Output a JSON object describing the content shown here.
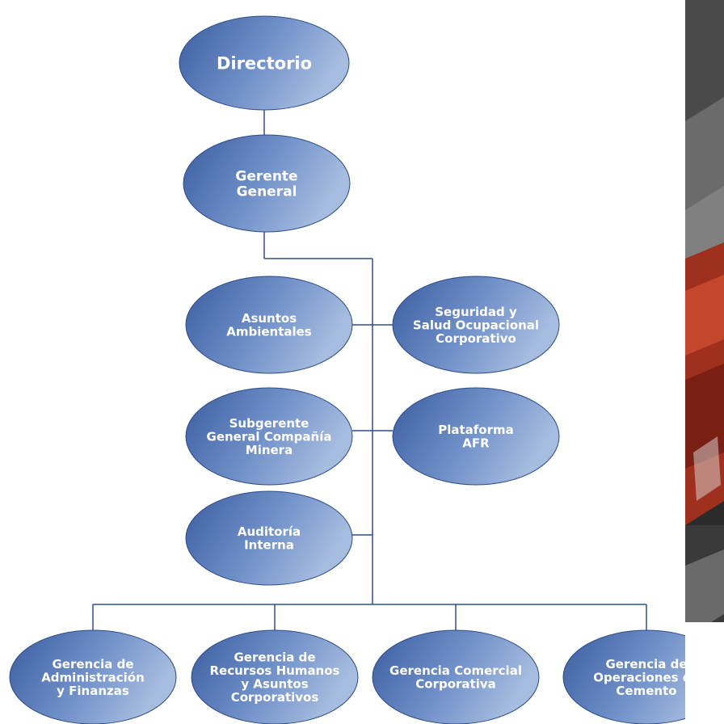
{
  "nodes": [
    {
      "id": "directorio",
      "lines": [
        "Directorio"
      ]
    },
    {
      "id": "gerente-general",
      "lines": [
        "Gerente",
        "General"
      ]
    },
    {
      "id": "asuntos-ambientales",
      "lines": [
        "Asuntos",
        "Ambientales"
      ]
    },
    {
      "id": "seguridad-salud",
      "lines": [
        "Seguridad y",
        "Salud Ocupacional",
        "Corporativo"
      ]
    },
    {
      "id": "subgerente-compania-minera",
      "lines": [
        "Subgerente",
        "General Compañía",
        "Minera"
      ]
    },
    {
      "id": "plataforma-afr",
      "lines": [
        "Plataforma",
        "AFR"
      ]
    },
    {
      "id": "auditoria-interna",
      "lines": [
        "Auditoría",
        "Interna"
      ]
    },
    {
      "id": "gerencia-administracion-finanzas",
      "lines": [
        "Gerencia de",
        "Administración",
        "y Finanzas"
      ]
    },
    {
      "id": "gerencia-recursos-humanos",
      "lines": [
        "Gerencia de",
        "Recursos Humanos",
        "y Asuntos",
        "Corporativos"
      ]
    },
    {
      "id": "gerencia-comercial",
      "lines": [
        "Gerencia Comercial",
        "Corporativa"
      ]
    },
    {
      "id": "gerencia-operaciones-cemento",
      "lines": [
        "Gerencia de",
        "Operaciones de",
        "Cemento"
      ]
    }
  ],
  "edges": [
    [
      "directorio",
      "gerente-general"
    ],
    [
      "gerente-general",
      "asuntos-ambientales"
    ],
    [
      "gerente-general",
      "seguridad-salud"
    ],
    [
      "gerente-general",
      "subgerente-compania-minera"
    ],
    [
      "gerente-general",
      "plataforma-afr"
    ],
    [
      "gerente-general",
      "auditoria-interna"
    ],
    [
      "gerente-general",
      "gerencia-administracion-finanzas"
    ],
    [
      "gerente-general",
      "gerencia-recursos-humanos"
    ],
    [
      "gerente-general",
      "gerencia-comercial"
    ],
    [
      "gerente-general",
      "gerencia-operaciones-cemento"
    ]
  ],
  "colors": {
    "node_dark": "#3b5da0",
    "node_light": "#a7bde0",
    "node_border": "#2b4a86",
    "connector": "#2f4f8f",
    "text": "#ffffff"
  }
}
